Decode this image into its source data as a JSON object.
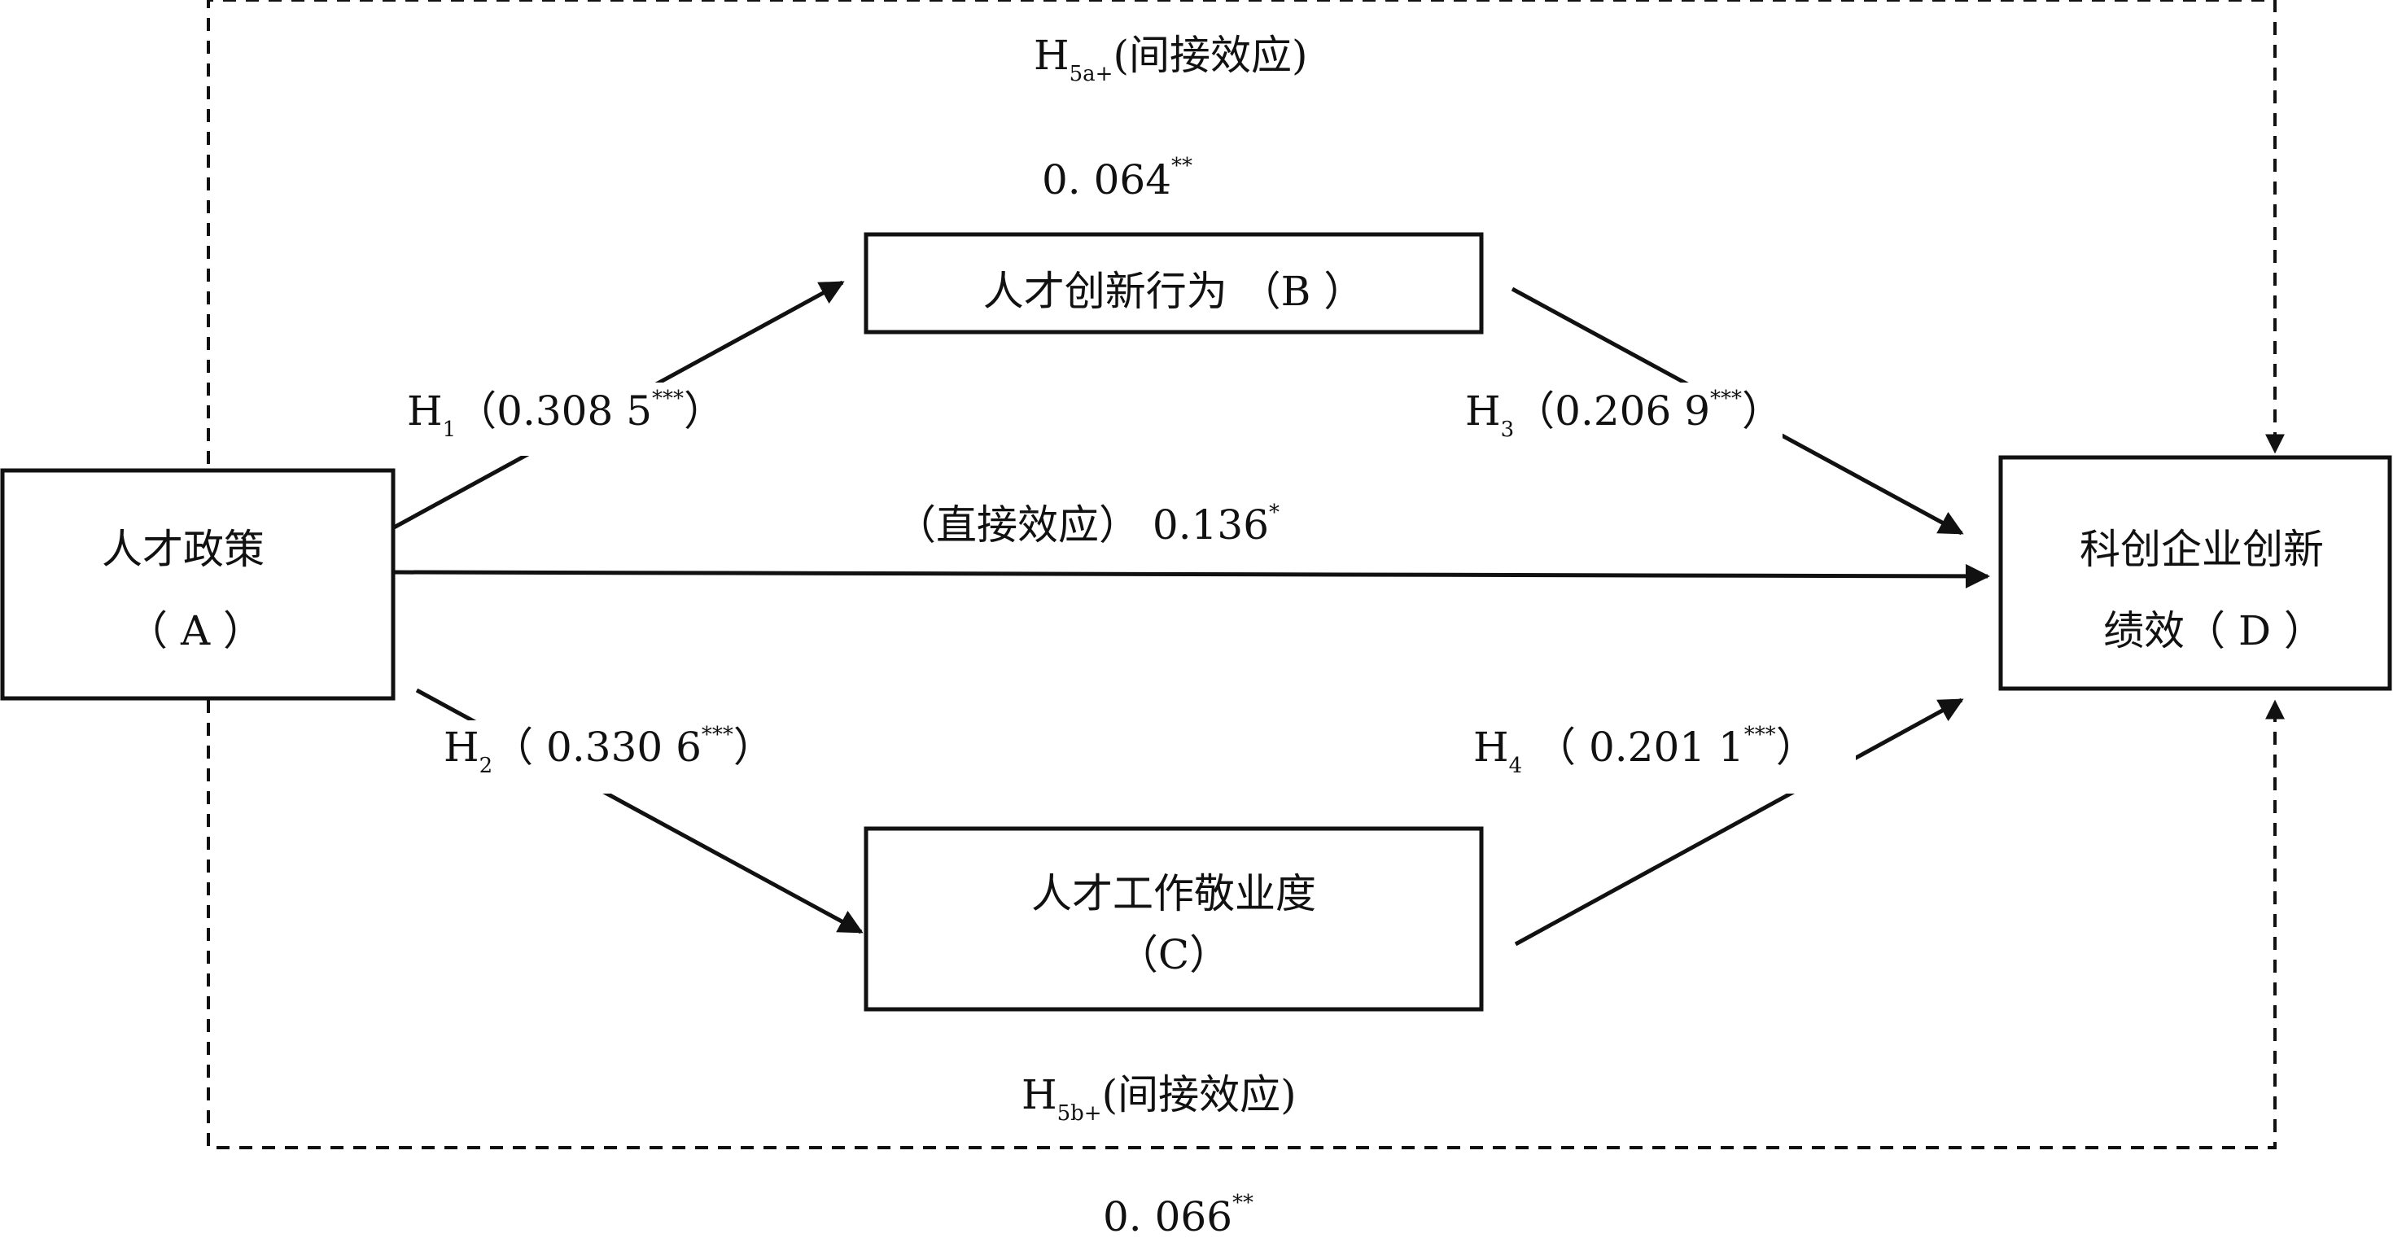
{
  "diagram": {
    "nodes": {
      "A": {
        "line1": "人才政策",
        "line2": "（ A ）"
      },
      "B": {
        "line1": "人才创新行为 （B ）"
      },
      "C": {
        "line1": "人才工作敬业度",
        "line2": "（C）"
      },
      "D": {
        "line1": "科创企业创新",
        "line2": "绩效（ D ）"
      }
    },
    "edges": {
      "h1": {
        "base": "H",
        "sub": "1",
        "value": "（0.308 5",
        "stars": "***",
        "close": "）"
      },
      "h2": {
        "base": "H",
        "sub": "2",
        "value": "（ 0.330  6",
        "stars": "***",
        "close": "）"
      },
      "h3": {
        "base": "H",
        "sub": "3",
        "value": "（0.206 9",
        "stars": "***",
        "close": "）"
      },
      "h4": {
        "base": "H",
        "sub": "4",
        "value": " （ 0.201 1",
        "stars": "***",
        "close": "）"
      },
      "direct": {
        "value": "（直接效应）   0.136",
        "stars": "*"
      },
      "h5a": {
        "base": "H",
        "sub": "5a+",
        "text": "(间接效应)"
      },
      "h5a_value": {
        "value": "0. 064",
        "stars": "**"
      },
      "h5b": {
        "base": "H",
        "sub": "5b+",
        "text": "(间接效应)"
      },
      "h5b_value": {
        "value": "0. 066",
        "stars": "**"
      }
    }
  }
}
